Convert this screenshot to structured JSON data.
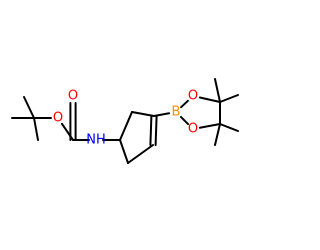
{
  "molecule": {
    "atoms": [
      {
        "id": "c_me1",
        "element": "C",
        "label": ""
      },
      {
        "id": "c_me2",
        "element": "C",
        "label": ""
      },
      {
        "id": "c_me3",
        "element": "C",
        "label": ""
      },
      {
        "id": "c_quat",
        "element": "C",
        "label": ""
      },
      {
        "id": "o_ester",
        "element": "O",
        "label": "O"
      },
      {
        "id": "c_carbonyl",
        "element": "C",
        "label": ""
      },
      {
        "id": "o_carbonyl",
        "element": "O",
        "label": "O"
      },
      {
        "id": "n_amide",
        "element": "N",
        "label": "NH"
      },
      {
        "id": "c_ring1",
        "element": "C",
        "label": ""
      },
      {
        "id": "c_ring2",
        "element": "C",
        "label": ""
      },
      {
        "id": "c_ring3",
        "element": "C",
        "label": ""
      },
      {
        "id": "c_ring4",
        "element": "C",
        "label": ""
      },
      {
        "id": "c_ring5",
        "element": "C",
        "label": ""
      },
      {
        "id": "b_boron",
        "element": "B",
        "label": "B"
      },
      {
        "id": "o_bor1",
        "element": "O",
        "label": "O"
      },
      {
        "id": "o_bor2",
        "element": "O",
        "label": "O"
      },
      {
        "id": "c_pin1",
        "element": "C",
        "label": ""
      },
      {
        "id": "c_pin2",
        "element": "C",
        "label": ""
      },
      {
        "id": "c_pme1",
        "element": "C",
        "label": ""
      },
      {
        "id": "c_pme2",
        "element": "C",
        "label": ""
      },
      {
        "id": "c_pme3",
        "element": "C",
        "label": ""
      },
      {
        "id": "c_pme4",
        "element": "C",
        "label": ""
      }
    ],
    "bonds": [
      {
        "from": "c_me1",
        "to": "c_quat",
        "order": 1
      },
      {
        "from": "c_me2",
        "to": "c_quat",
        "order": 1
      },
      {
        "from": "c_me3",
        "to": "c_quat",
        "order": 1
      },
      {
        "from": "c_quat",
        "to": "o_ester",
        "order": 1
      },
      {
        "from": "o_ester",
        "to": "c_carbonyl",
        "order": 1
      },
      {
        "from": "c_carbonyl",
        "to": "o_carbonyl",
        "order": 2
      },
      {
        "from": "c_carbonyl",
        "to": "n_amide",
        "order": 1
      },
      {
        "from": "n_amide",
        "to": "c_ring1",
        "order": 1
      },
      {
        "from": "c_ring1",
        "to": "c_ring2",
        "order": 1
      },
      {
        "from": "c_ring2",
        "to": "c_ring3",
        "order": 1
      },
      {
        "from": "c_ring3",
        "to": "c_ring4",
        "order": 2
      },
      {
        "from": "c_ring4",
        "to": "c_ring5",
        "order": 1
      },
      {
        "from": "c_ring5",
        "to": "c_ring1",
        "order": 1
      },
      {
        "from": "c_ring3",
        "to": "b_boron",
        "order": 1
      },
      {
        "from": "b_boron",
        "to": "o_bor1",
        "order": 1
      },
      {
        "from": "b_boron",
        "to": "o_bor2",
        "order": 1
      },
      {
        "from": "o_bor1",
        "to": "c_pin1",
        "order": 1
      },
      {
        "from": "o_bor2",
        "to": "c_pin2",
        "order": 1
      },
      {
        "from": "c_pin1",
        "to": "c_pin2",
        "order": 1
      },
      {
        "from": "c_pin1",
        "to": "c_pme1",
        "order": 1
      },
      {
        "from": "c_pin1",
        "to": "c_pme2",
        "order": 1
      },
      {
        "from": "c_pin2",
        "to": "c_pme3",
        "order": 1
      },
      {
        "from": "c_pin2",
        "to": "c_pme4",
        "order": 1
      }
    ]
  },
  "colors": {
    "carbon": "#000000",
    "oxygen": "#ff0000",
    "nitrogen": "#0000ff",
    "boron": "#ff8c00",
    "bond": "#000000"
  }
}
